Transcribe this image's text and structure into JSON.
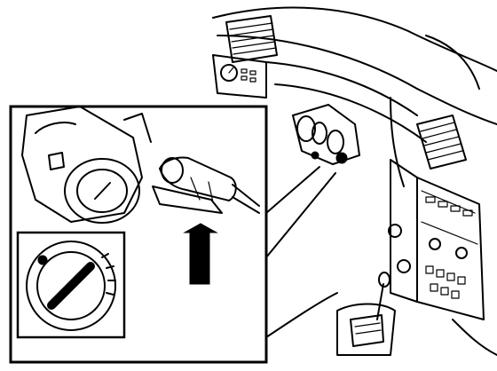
{
  "figure": {
    "kind": "line-drawing",
    "subject": "vehicle-ignition-switch-and-dashboard",
    "colors": {
      "ink": "#000000",
      "background": "#ffffff"
    },
    "icons": [
      "ignition-switch",
      "key-cylinder",
      "arrow-up",
      "air-vent",
      "center-console",
      "gear-selector"
    ]
  }
}
